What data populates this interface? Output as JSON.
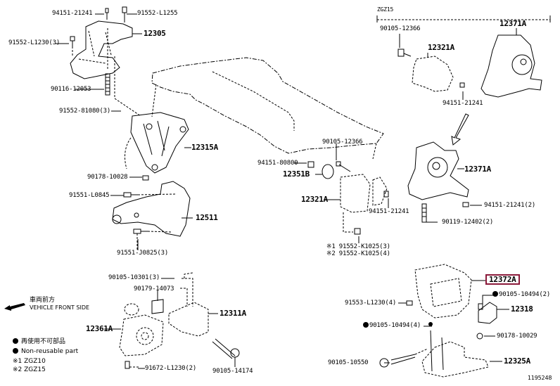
{
  "diagram": {
    "figure_id": "1195248",
    "highlight_color": "#8b1a3a",
    "group_label": "ZGZ15",
    "orientation": {
      "jp": "車両前方",
      "en": "VEHICLE FRONT SIDE",
      "icon": "arrow-left-icon"
    },
    "legend": {
      "nonreusable_jp": "再使用不可部品",
      "nonreusable_en": "Non-reusable part",
      "note1": "※1 ZGZ10",
      "note2": "※2 ZGZ15"
    },
    "parts": {
      "p94151_21241_top": "94151-21241",
      "p91552_L1255": "91552-L1255",
      "p12305": "12305",
      "p91552_L1230_3": "91552-L1230(3)",
      "p90116_12053": "90116-12053",
      "p91552_81080_3": "91552-81080(3)",
      "p12315A": "12315A",
      "p90178_10028": "90178-10028",
      "p91551_L0845": "91551-L0845",
      "p12511": "12511",
      "p91551_J0825_3": "91551-J0825(3)",
      "p90105_10301_3": "90105-10301(3)",
      "p90179_14073": "90179-14073",
      "p12311A": "12311A",
      "p12361A": "12361A",
      "p91672_L1230_2": "91672-L1230(2)",
      "p90105_14174": "90105-14174",
      "p90105_12366_top": "90105-12366",
      "p12321A_top": "12321A",
      "p12371A_top": "12371A",
      "p94151_21241_right": "94151-21241",
      "p90105_12366_mid": "90105-12366",
      "p94151_80800": "94151-80800",
      "p12351B": "12351B",
      "p12321A_mid": "12321A",
      "p94151_21241_mid": "94151-21241",
      "p91552_K1025_3": "※1 91552-K1025(3)",
      "p91552_K1025_4": "※2 91552-K1025(4)",
      "p12371A_mid": "12371A",
      "p94151_21241_2": "94151-21241(2)",
      "p90119_12402_2": "90119-12402(2)",
      "p12372A": "12372A",
      "p91553_L1230_4": "91553-L1230(4)",
      "p90105_10494_2": "90105-10494(2)",
      "p12318": "12318",
      "p90105_10494_4": "90105-10494(4)",
      "p90178_10029": "90178-10029",
      "p90105_10550": "90105-10550",
      "p12325A": "12325A"
    }
  }
}
